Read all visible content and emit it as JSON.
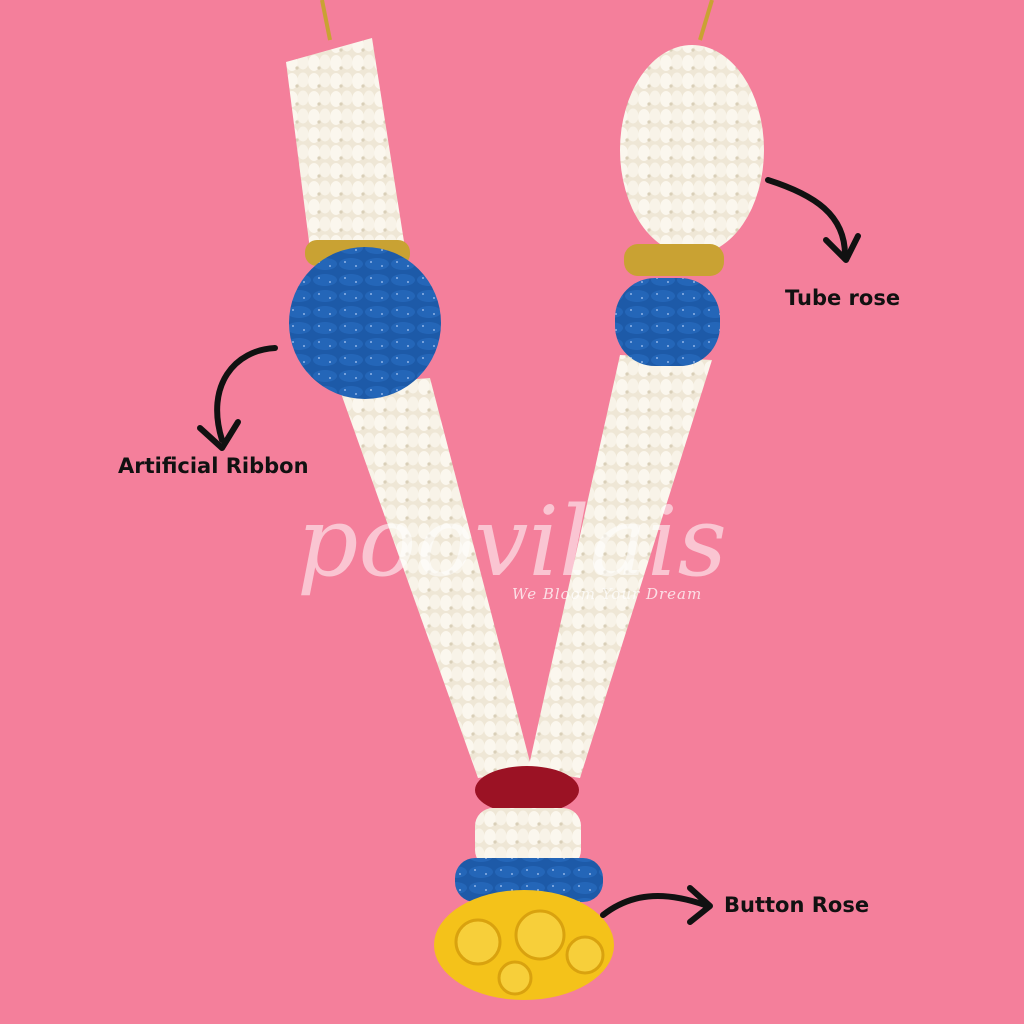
{
  "labels": {
    "artificial_ribbon": "Artificial Ribbon",
    "tube_rose": "Tube rose",
    "button_rose": "Button Rose"
  },
  "watermark": {
    "brand": "poovilais",
    "tagline": "We Bloom Your Dream"
  },
  "colors": {
    "background": "#f47f9b",
    "jasmine": "#f6f1e6",
    "ribbon_blue": "#1d5aa8",
    "gold": "#c9a233",
    "maroon": "#9b1224",
    "yellow_rose": "#f4c21a",
    "arrow": "#111111"
  }
}
